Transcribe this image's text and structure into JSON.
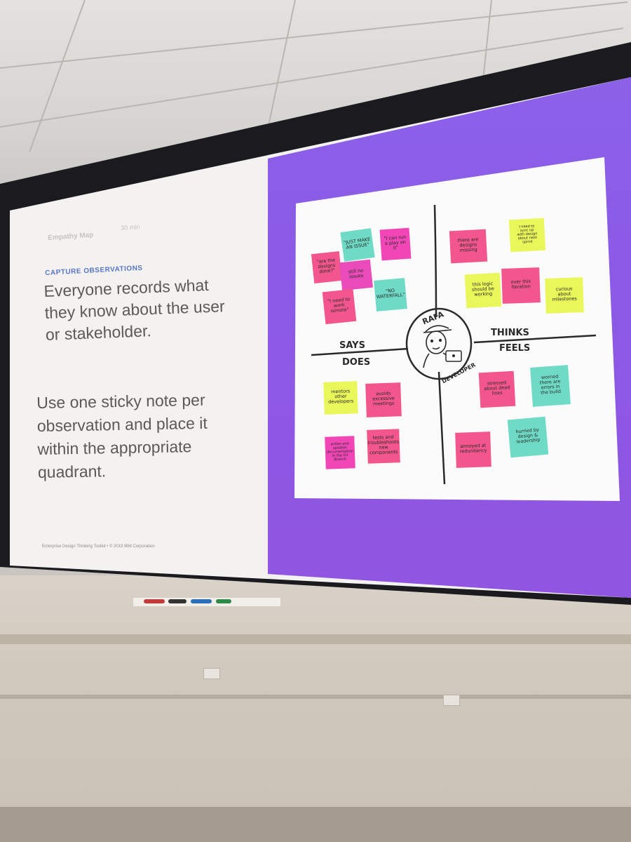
{
  "slide": {
    "section_title": "Empathy Map",
    "duration": "30 min",
    "step_label": "CAPTURE OBSERVATIONS",
    "paragraph_1": "Everyone records what they know about the user or stakeholder.",
    "paragraph_2": "Use one sticky note per observation and place it within the appropriate quadrant.",
    "footer": "Enterprise Design Thinking Toolkit • © 2019 IBM Corporation"
  },
  "map": {
    "persona_name": "RAFA",
    "persona_role": "DEVELOPER",
    "quadrants": {
      "says": "SAYS",
      "thinks": "THINKS",
      "does": "DOES",
      "feels": "FEELS"
    },
    "notes": [
      {
        "text": "\"are the designs done?\"",
        "color": "#f2568c"
      },
      {
        "text": "\"JUST MAKE AN ISSUE\"",
        "color": "#6fdbc6"
      },
      {
        "text": "\"I can run a play on it\"",
        "color": "#f046b6"
      },
      {
        "text": "still no issues",
        "color": "#e94bb8"
      },
      {
        "text": "\"I need to work remote\"",
        "color": "#f2568c"
      },
      {
        "text": "\"NO WATERFALL\"",
        "color": "#6fdbc6"
      },
      {
        "text": "there are designs missing",
        "color": "#f2568c"
      },
      {
        "text": "I need to sync up with design about next sprint",
        "color": "#e9f75a"
      },
      {
        "text": "this logic should be working",
        "color": "#e9f75a"
      },
      {
        "text": "over this iteration",
        "color": "#f2568c"
      },
      {
        "text": "curious about milestones",
        "color": "#e9f75a"
      },
      {
        "text": "mentors other developers",
        "color": "#e9f75a"
      },
      {
        "text": "avoids excessive meetings",
        "color": "#f2568c"
      },
      {
        "text": "stressed about dead lines",
        "color": "#f2568c"
      },
      {
        "text": "worried there are errors in the build",
        "color": "#6fdbc6"
      },
      {
        "text": "writes and updates documentation in the Git Branch",
        "color": "#f046b6"
      },
      {
        "text": "tests and troubleshoots new components",
        "color": "#f2568c"
      },
      {
        "text": "annoyed at redundancy",
        "color": "#f2568c"
      },
      {
        "text": "hurried by design & leadership",
        "color": "#6fdbc6"
      }
    ]
  }
}
